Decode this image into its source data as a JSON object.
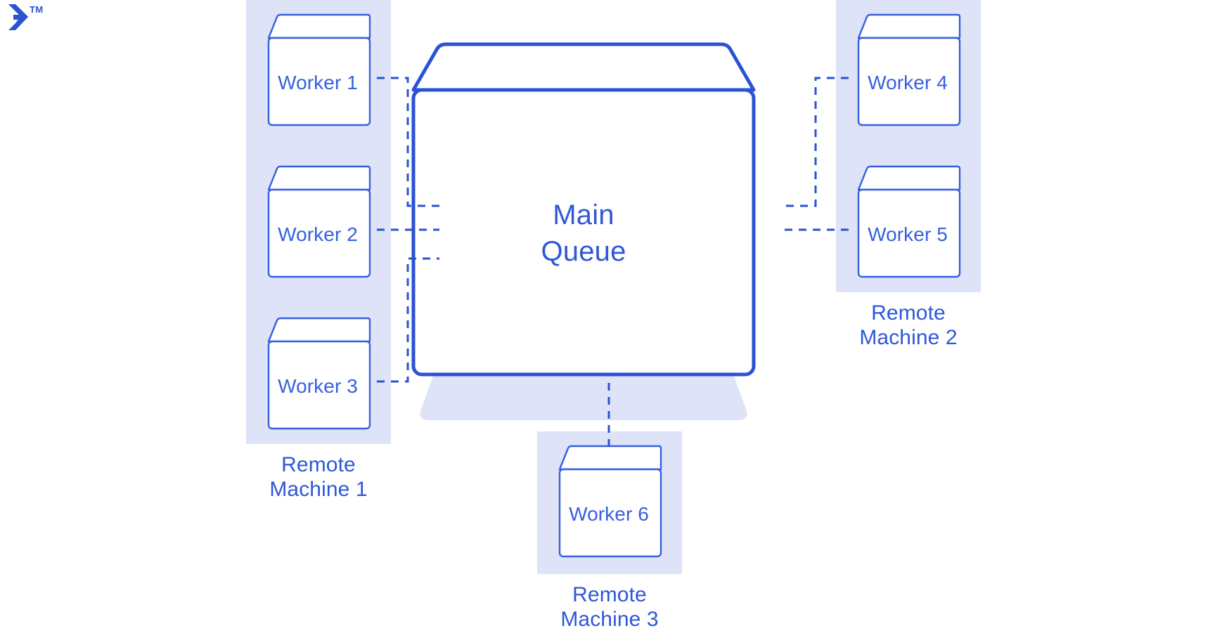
{
  "brand": {
    "logo_icon": "toptal-logo-icon",
    "trademark": "TM",
    "logo_color": "#2c53cf"
  },
  "colors": {
    "panel_background": "#dee3f7",
    "line_blue": "#2a53d4",
    "text_blue": "#2f57d7",
    "box_outline": "#3660de",
    "page_background": "#ffffff"
  },
  "diagram": {
    "type": "architecture-diagram",
    "central_node": {
      "name": "main-queue",
      "line1": "Main",
      "line2": "Queue"
    },
    "machines": [
      {
        "id": "remote-machine-1",
        "label_line1": "Remote",
        "label_line2": "Machine 1",
        "workers": [
          "Worker 1",
          "Worker 2",
          "Worker 3"
        ]
      },
      {
        "id": "remote-machine-2",
        "label_line1": "Remote",
        "label_line2": "Machine 2",
        "workers": [
          "Worker 4",
          "Worker 5"
        ]
      },
      {
        "id": "remote-machine-3",
        "label_line1": "Remote",
        "label_line2": "Machine 3",
        "workers": [
          "Worker 6"
        ]
      }
    ],
    "connections": [
      {
        "from": "Worker 1",
        "to": "Main Queue",
        "style": "dashed"
      },
      {
        "from": "Worker 2",
        "to": "Main Queue",
        "style": "dashed"
      },
      {
        "from": "Worker 3",
        "to": "Main Queue",
        "style": "dashed"
      },
      {
        "from": "Worker 4",
        "to": "Main Queue",
        "style": "dashed"
      },
      {
        "from": "Worker 5",
        "to": "Main Queue",
        "style": "dashed"
      },
      {
        "from": "Worker 6",
        "to": "Main Queue",
        "style": "dashed"
      }
    ]
  }
}
